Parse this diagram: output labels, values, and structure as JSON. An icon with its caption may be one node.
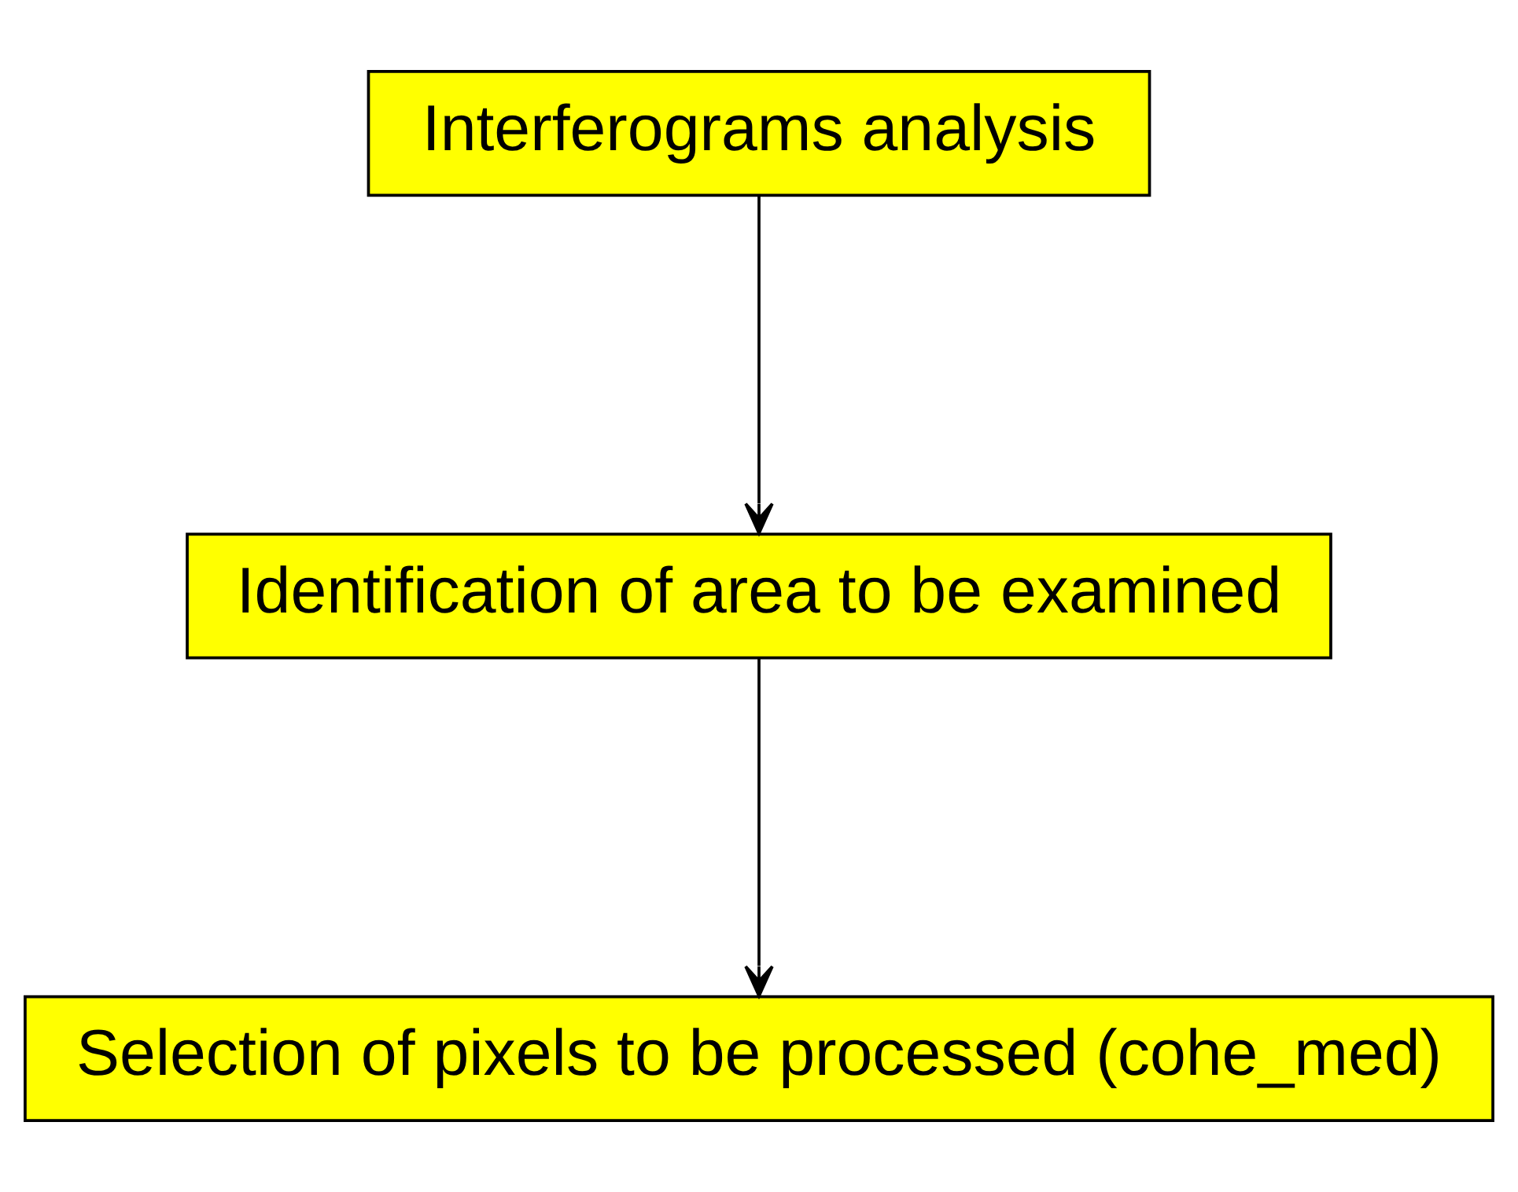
{
  "diagram": {
    "nodes": [
      {
        "text": [
          "Interferograms analysis"
        ]
      },
      {
        "text": [
          "Identification of area to be examined"
        ]
      },
      {
        "text": [
          "Selection of pixels to be processed (cohe_med)"
        ]
      }
    ],
    "edges": [
      {
        "from": 0,
        "to": 1,
        "arrow": "to"
      },
      {
        "from": 1,
        "to": 2,
        "arrow": "to"
      }
    ]
  }
}
